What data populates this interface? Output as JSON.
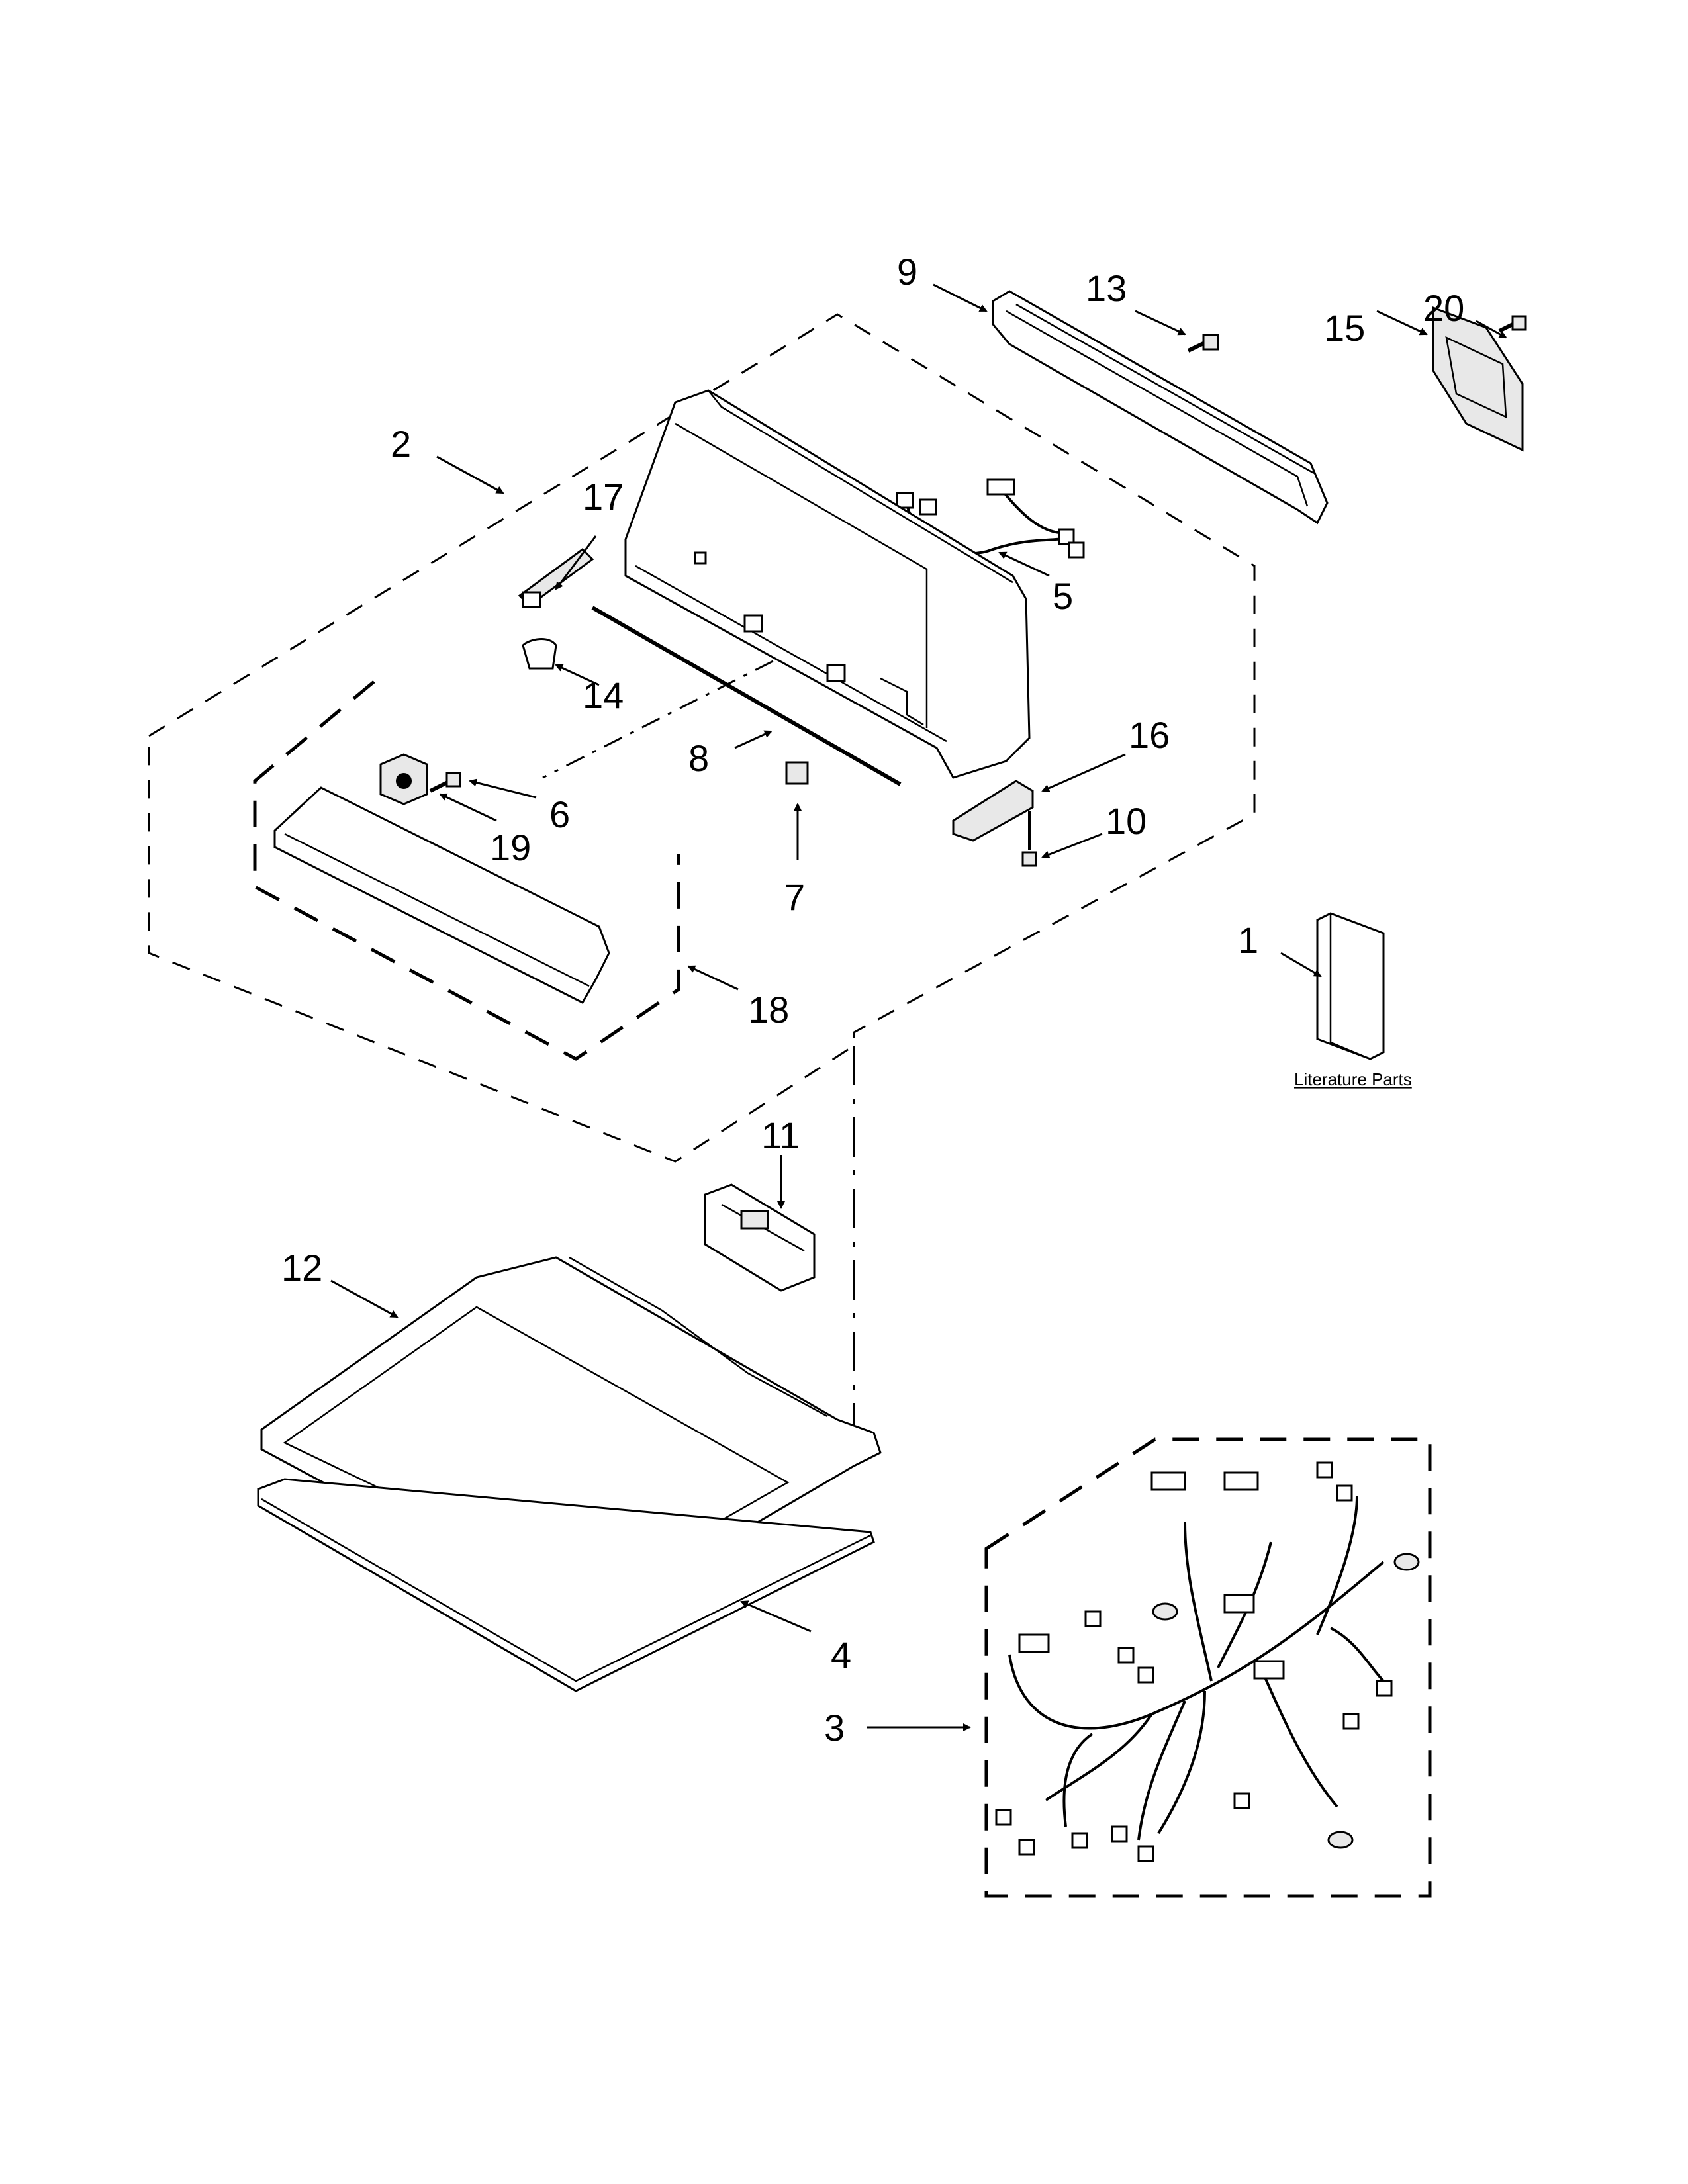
{
  "callouts": [
    {
      "id": "1",
      "label": "1"
    },
    {
      "id": "2",
      "label": "2"
    },
    {
      "id": "3",
      "label": "3"
    },
    {
      "id": "4",
      "label": "4"
    },
    {
      "id": "5",
      "label": "5"
    },
    {
      "id": "6",
      "label": "6"
    },
    {
      "id": "7",
      "label": "7"
    },
    {
      "id": "8",
      "label": "8"
    },
    {
      "id": "9",
      "label": "9"
    },
    {
      "id": "10",
      "label": "10"
    },
    {
      "id": "11",
      "label": "11"
    },
    {
      "id": "12",
      "label": "12"
    },
    {
      "id": "13",
      "label": "13"
    },
    {
      "id": "14",
      "label": "14"
    },
    {
      "id": "15",
      "label": "15"
    },
    {
      "id": "16",
      "label": "16"
    },
    {
      "id": "17",
      "label": "17"
    },
    {
      "id": "18",
      "label": "18"
    },
    {
      "id": "19",
      "label": "19"
    },
    {
      "id": "20",
      "label": "20"
    }
  ],
  "literature_label": "Literature Parts"
}
